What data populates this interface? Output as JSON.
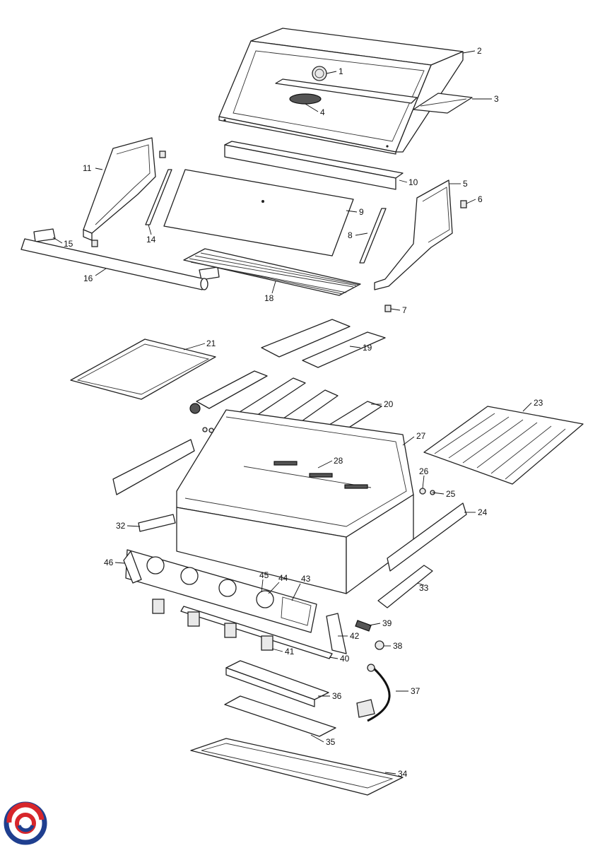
{
  "callouts": [
    {
      "id": "c1",
      "label": "1"
    },
    {
      "id": "c2",
      "label": "2"
    },
    {
      "id": "c3",
      "label": "3"
    },
    {
      "id": "c4",
      "label": "4"
    },
    {
      "id": "c5",
      "label": "5"
    },
    {
      "id": "c6",
      "label": "6"
    },
    {
      "id": "c7",
      "label": "7"
    },
    {
      "id": "c8",
      "label": "8"
    },
    {
      "id": "c9",
      "label": "9"
    },
    {
      "id": "c10",
      "label": "10"
    },
    {
      "id": "c11",
      "label": "11"
    },
    {
      "id": "c14",
      "label": "14"
    },
    {
      "id": "c15",
      "label": "15"
    },
    {
      "id": "c16",
      "label": "16"
    },
    {
      "id": "c18",
      "label": "18"
    },
    {
      "id": "c19",
      "label": "19"
    },
    {
      "id": "c20",
      "label": "20"
    },
    {
      "id": "c21",
      "label": "21"
    },
    {
      "id": "c23",
      "label": "23"
    },
    {
      "id": "c24",
      "label": "24"
    },
    {
      "id": "c25",
      "label": "25"
    },
    {
      "id": "c26",
      "label": "26"
    },
    {
      "id": "c27",
      "label": "27"
    },
    {
      "id": "c28",
      "label": "28"
    },
    {
      "id": "c32",
      "label": "32"
    },
    {
      "id": "c33",
      "label": "33"
    },
    {
      "id": "c34",
      "label": "34"
    },
    {
      "id": "c35",
      "label": "35"
    },
    {
      "id": "c36",
      "label": "36"
    },
    {
      "id": "c37",
      "label": "37"
    },
    {
      "id": "c38",
      "label": "38"
    },
    {
      "id": "c39",
      "label": "39"
    },
    {
      "id": "c40",
      "label": "40"
    },
    {
      "id": "c41",
      "label": "41"
    },
    {
      "id": "c42",
      "label": "42"
    },
    {
      "id": "c43",
      "label": "43"
    },
    {
      "id": "c44",
      "label": "44"
    },
    {
      "id": "c45",
      "label": "45"
    },
    {
      "id": "c46",
      "label": "46"
    }
  ],
  "colors": {
    "line": "#222222",
    "logo_red": "#d7262b",
    "logo_blue": "#1f3f8f"
  }
}
